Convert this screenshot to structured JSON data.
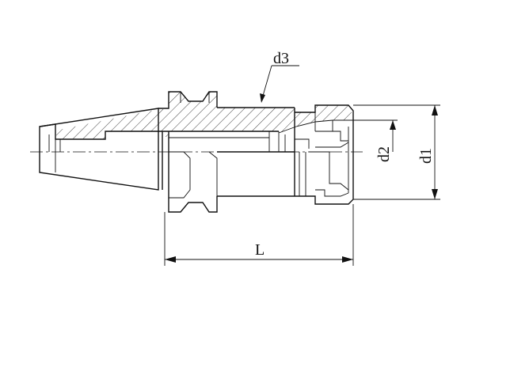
{
  "labels": {
    "d3": "d3",
    "d2": "d2",
    "d1": "d1",
    "L": "L"
  }
}
